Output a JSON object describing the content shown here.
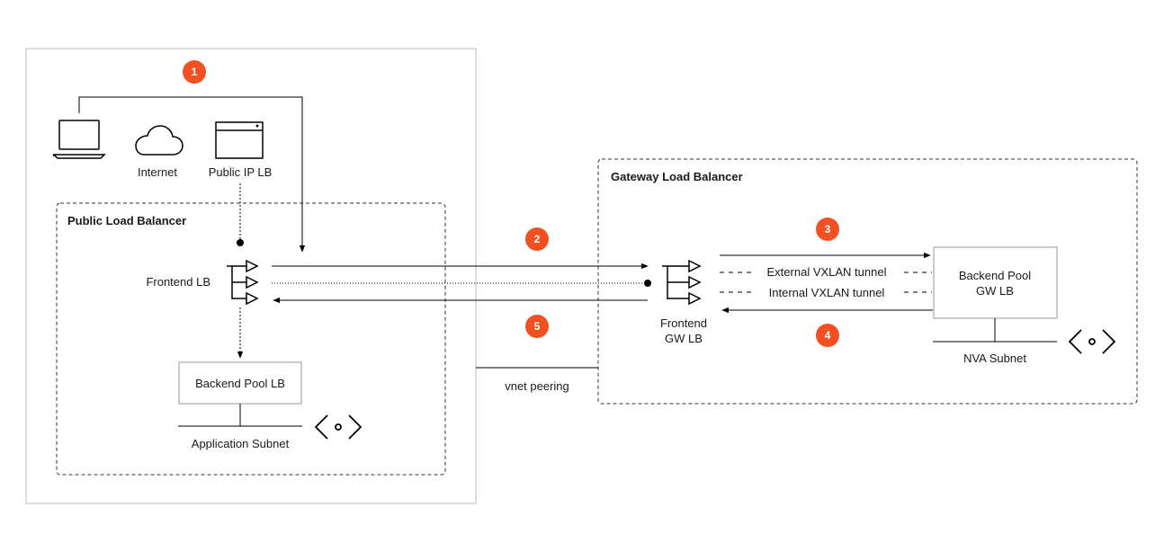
{
  "labels": {
    "internet": "Internet",
    "public_ip_lb": "Public IP LB",
    "public_load_balancer": "Public Load Balancer",
    "frontend_lb": "Frontend LB",
    "backend_pool_lb": "Backend Pool LB",
    "application_subnet": "Application Subnet",
    "vnet_peering": "vnet peering",
    "gateway_load_balancer": "Gateway Load Balancer",
    "frontend_gw_lb_line1": "Frontend",
    "frontend_gw_lb_line2": "GW LB",
    "backend_pool_gw_lb_line1": "Backend Pool",
    "backend_pool_gw_lb_line2": "GW LB",
    "external_vxlan_tunnel": "External VXLAN tunnel",
    "internal_vxlan_tunnel": "Internal VXLAN tunnel",
    "nva_subnet": "NVA Subnet"
  },
  "steps": [
    "1",
    "2",
    "3",
    "4",
    "5"
  ],
  "colors": {
    "badge": "#f25022",
    "line": "#000000",
    "border": "#bdbdbd"
  }
}
